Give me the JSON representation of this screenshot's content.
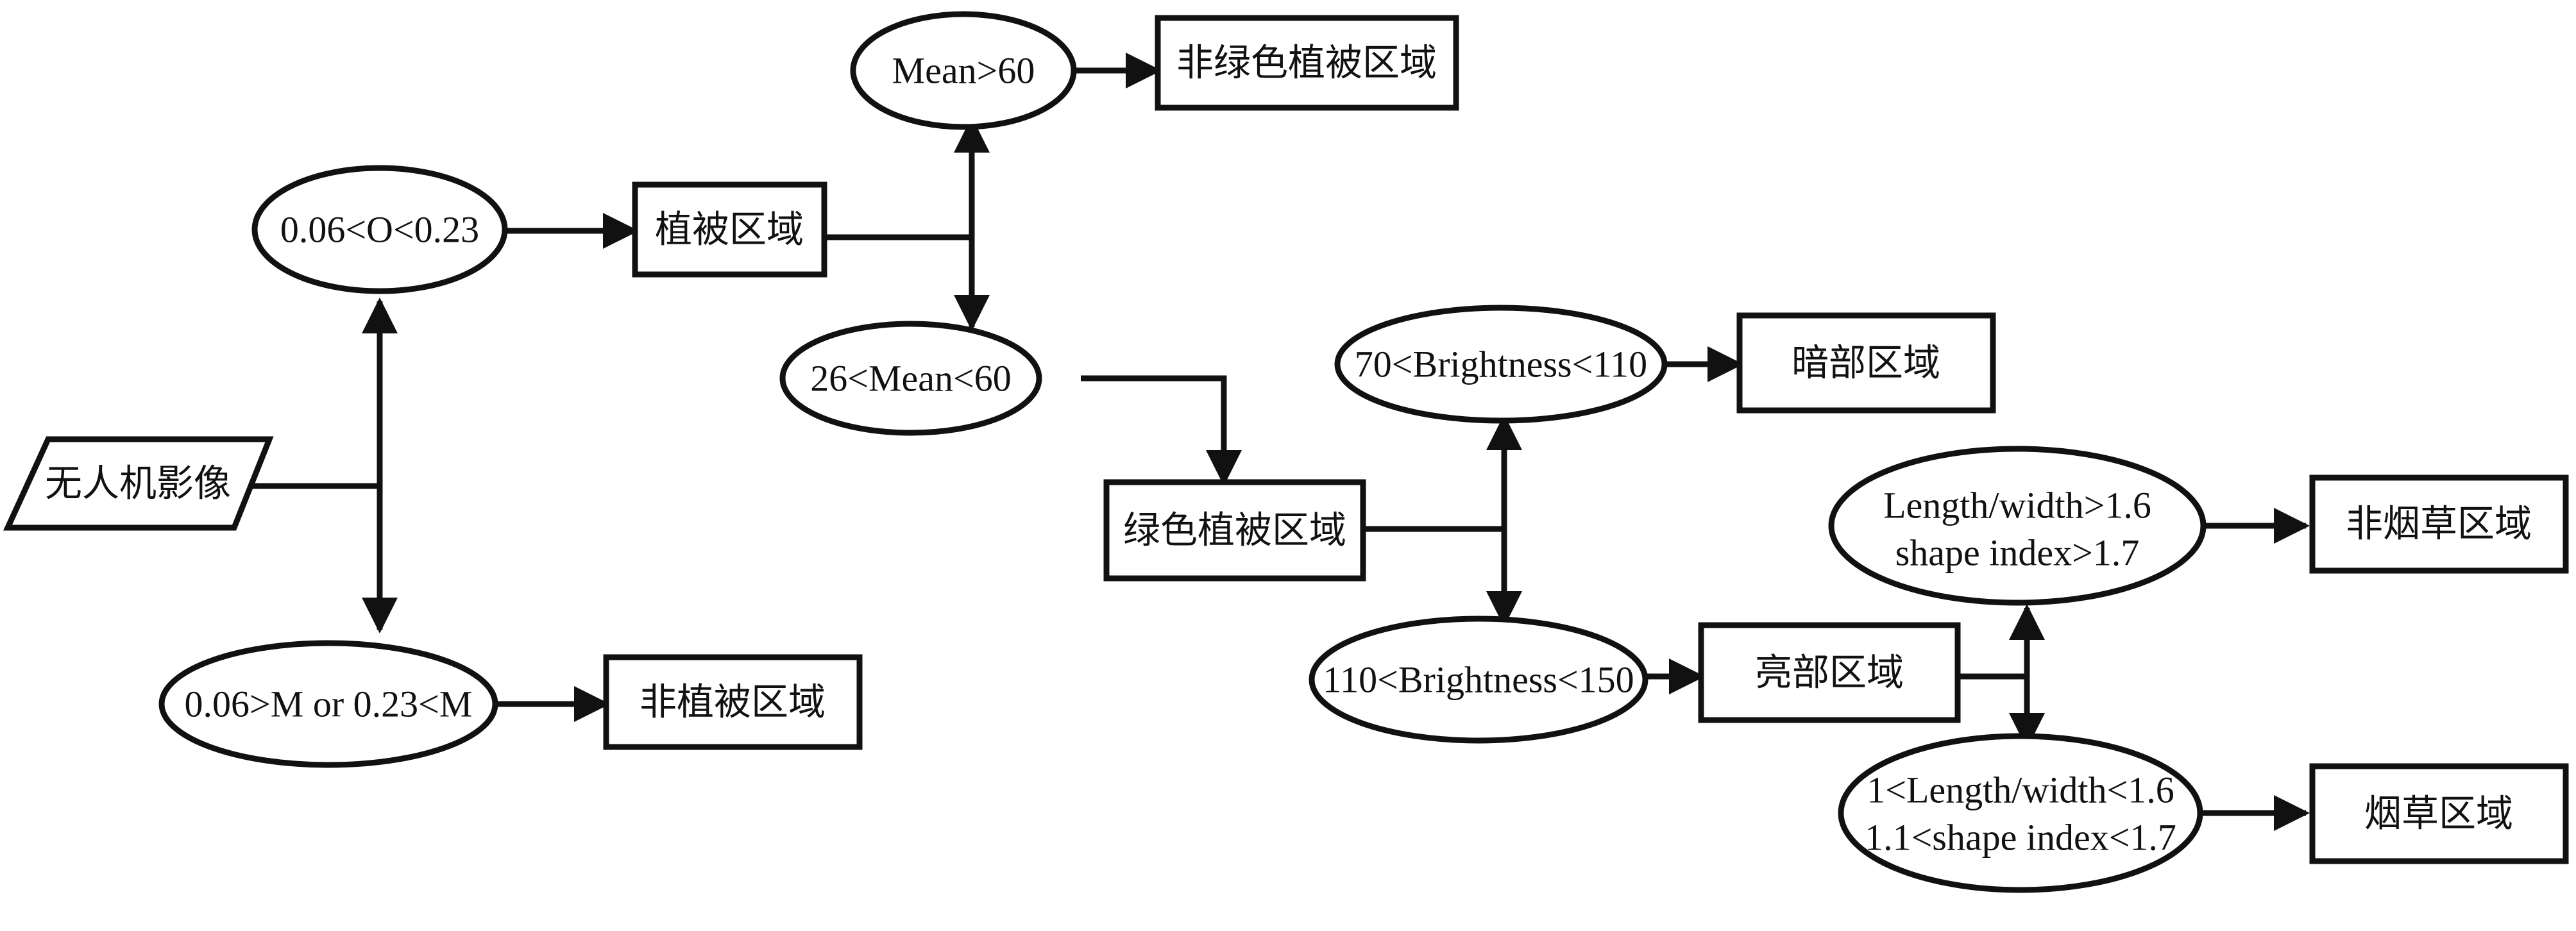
{
  "nodes": {
    "source": "无人机影像",
    "cond_o": "0.06<O<0.23",
    "cond_m": "0.06>M or 0.23<M",
    "non_vegetation": "非植被区域",
    "vegetation": "植被区域",
    "cond_mean_high": "Mean>60",
    "non_green_vegetation": "非绿色植被区域",
    "cond_mean_mid": "26<Mean<60",
    "green_vegetation": "绿色植被区域",
    "cond_brightness_low": "70<Brightness<110",
    "dark_region": "暗部区域",
    "cond_brightness_high": "110<Brightness<150",
    "bright_region": "亮部区域",
    "cond_shape_high_line1": "Length/width>1.6",
    "cond_shape_high_line2": "shape index>1.7",
    "non_tobacco": "非烟草区域",
    "cond_shape_mid_line1": "1<Length/width<1.6",
    "cond_shape_mid_line2": "1.1<shape index<1.7",
    "tobacco": "烟草区域"
  }
}
